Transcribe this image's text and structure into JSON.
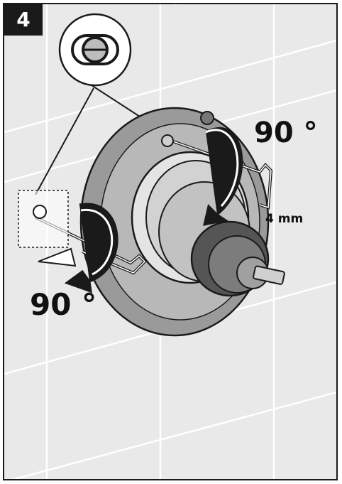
{
  "step": {
    "number": "4"
  },
  "labels": {
    "angle_top": "90 °",
    "angle_bottom": "90 °",
    "hex_key_size": "4 mm"
  },
  "colors": {
    "background": "#e9e9e9",
    "grid_lines": "#ffffff",
    "ink": "#1a1a1a",
    "metal_dark": "#555555",
    "metal_mid": "#8a8a8a",
    "metal_light": "#c9c9c9"
  },
  "icons": {
    "detail_callout": "magnified-screw-head-icon",
    "rotation_arrows": "rotate-arrow-icon",
    "tool": "hex-key-icon"
  }
}
